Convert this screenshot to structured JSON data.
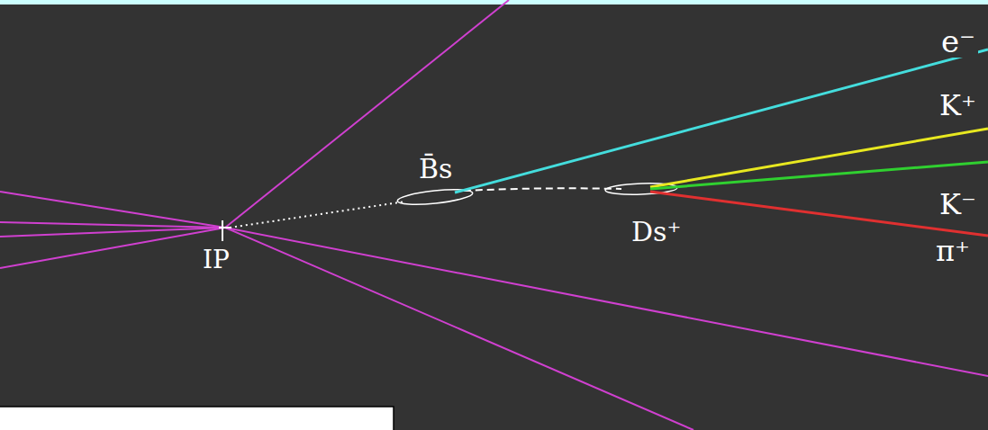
{
  "diagram": {
    "labels": [
      "e⁻",
      "K⁺",
      "K⁻",
      "π⁺",
      "B̄s",
      "Ds⁺",
      "IP"
    ]
  }
}
